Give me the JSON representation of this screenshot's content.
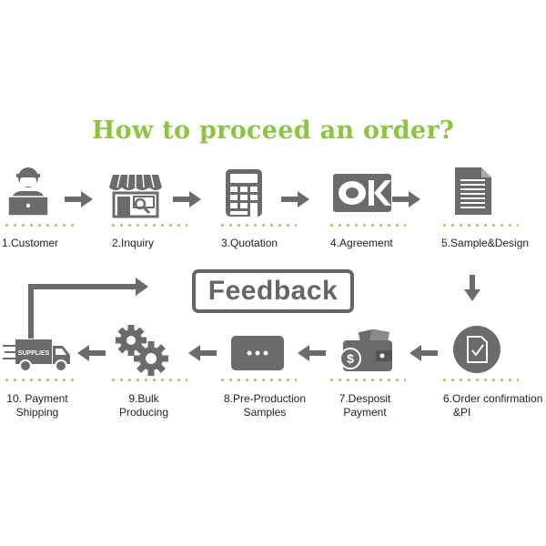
{
  "title": "How to proceed an order?",
  "colors": {
    "accent": "#8cc63f",
    "icon": "#6b6b6b",
    "text": "#222222"
  },
  "feedback_label": "Feedback",
  "steps": [
    {
      "num": "1.",
      "label": "Customer",
      "icon": "customer-laptop-icon"
    },
    {
      "num": "2.",
      "label": "Inquiry",
      "icon": "storefront-icon"
    },
    {
      "num": "3.",
      "label": "Quotation",
      "icon": "calculator-icon"
    },
    {
      "num": "4.",
      "label": "Agreement",
      "icon": "ok-icon"
    },
    {
      "num": "5.",
      "label": "Sample&Design",
      "icon": "document-icon"
    },
    {
      "num": "6.",
      "label_line1": "Order confirmation",
      "label_line2": "&PI",
      "icon": "checkmark-document-icon"
    },
    {
      "num": "7.",
      "label_line1": "Desposit",
      "label_line2": "Payment",
      "icon": "wallet-icon"
    },
    {
      "num": "8.",
      "label_line1": "Pre-Production",
      "label_line2": "Samples",
      "icon": "chat-bubble-icon"
    },
    {
      "num": "9.",
      "label_line1": "Bulk",
      "label_line2": "Producing",
      "icon": "gears-icon"
    },
    {
      "num": "10.",
      "label_line1": " Payment",
      "label_line2": "Shipping",
      "icon": "delivery-truck-icon"
    }
  ],
  "truck_text": "SUPPLIES"
}
